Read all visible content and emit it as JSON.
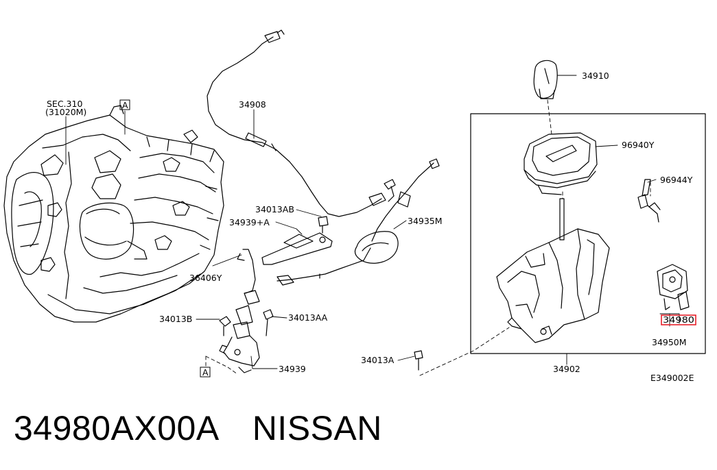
{
  "diagram": {
    "reference_code": "E349002E",
    "callouts": {
      "sec": "SEC.310",
      "sec_sub": "(31020M)",
      "ref_a_top": "A",
      "ref_a_bottom": "A",
      "p34908": "34908",
      "p34013AB": "34013AB",
      "p34939A": "34939+A",
      "p36406Y": "36406Y",
      "p34013B": "34013B",
      "p34013AA": "34013AA",
      "p34939": "34939",
      "p34935M": "34935M",
      "p34013A": "34013A",
      "p34910": "34910",
      "p96940Y": "96940Y",
      "p96944Y": "96944Y",
      "p34980": "34980",
      "p34950M": "34950M",
      "p34902": "34902"
    },
    "highlight_color": "#e8202a"
  },
  "footer": {
    "part_number": "34980AX00A",
    "brand": "NISSAN"
  }
}
